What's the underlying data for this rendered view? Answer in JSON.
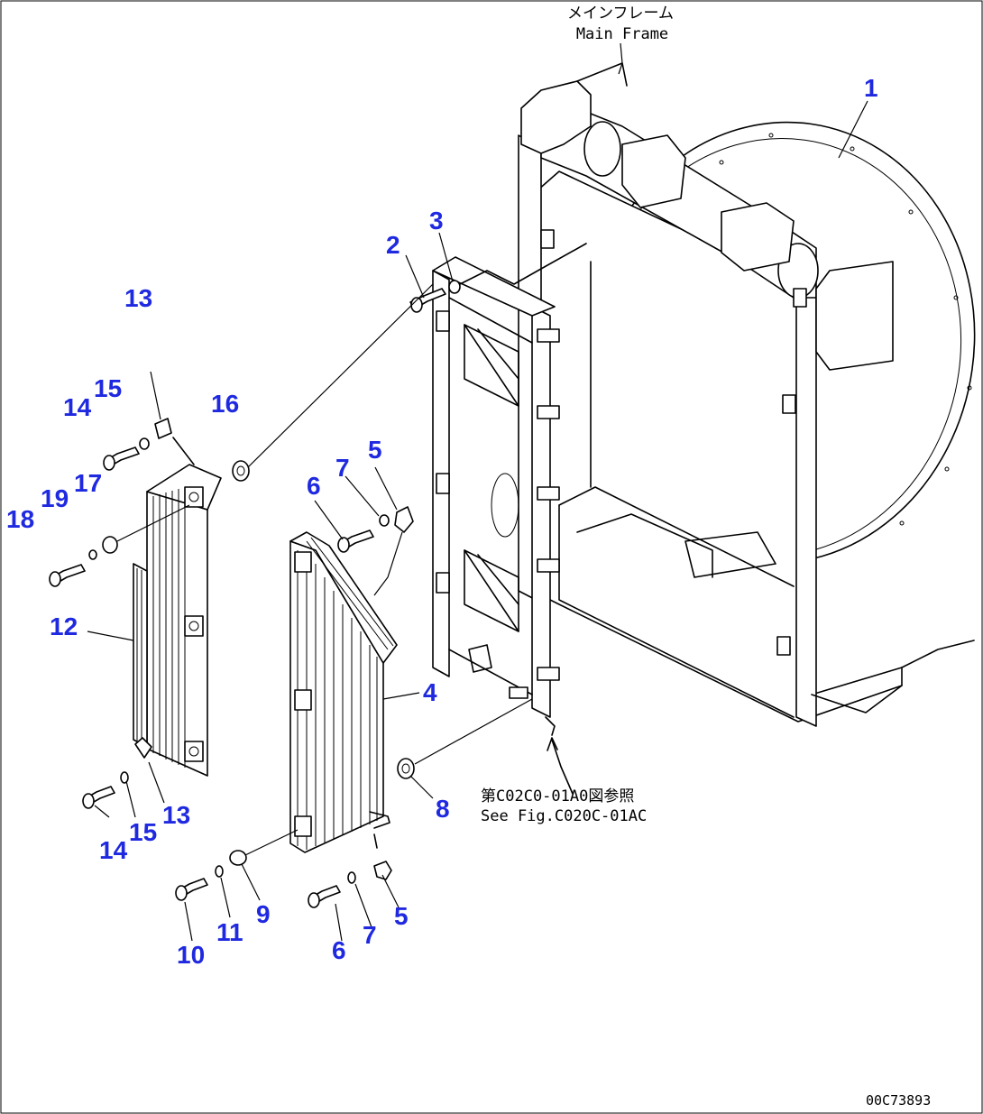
{
  "labels": {
    "main_frame_jp": "メインフレーム",
    "main_frame_en": "Main Frame",
    "ref_jp": "第C02C0-01A0図参照",
    "ref_en": "See Fig.C020C-01AC",
    "drawing_code": "00C73893"
  },
  "callouts": [
    "1",
    "2",
    "3",
    "4",
    "5",
    "6",
    "7",
    "8",
    "9",
    "10",
    "11",
    "12",
    "13",
    "14",
    "15",
    "16",
    "17",
    "18",
    "19",
    "5",
    "6",
    "7",
    "13",
    "14",
    "15"
  ],
  "colors": {
    "callout": "#1f29e0",
    "line": "#000000",
    "background": "#ffffff"
  }
}
